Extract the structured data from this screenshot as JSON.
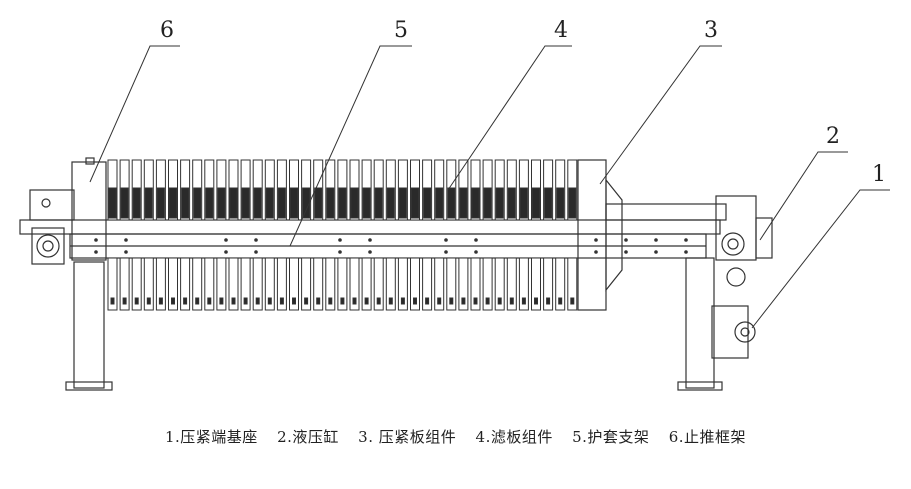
{
  "callouts": [
    {
      "num": "1",
      "label": "压紧端基座"
    },
    {
      "num": "2",
      "label": "液压缸"
    },
    {
      "num": "3",
      "label": "压紧板组件"
    },
    {
      "num": "4",
      "label": "滤板组件"
    },
    {
      "num": "5",
      "label": "护套支架"
    },
    {
      "num": "6",
      "label": "止推框架"
    }
  ],
  "caption_parts": [
    "1.压紧端基座",
    "2.液压缸",
    "3. 压紧板组件",
    "4.滤板组件",
    "5.护套支架",
    "6.止推框架"
  ],
  "colors": {
    "line": "#333333",
    "plate_dark": "#2a2a2a",
    "background": "#ffffff",
    "watermark": "#d0d0d0"
  }
}
